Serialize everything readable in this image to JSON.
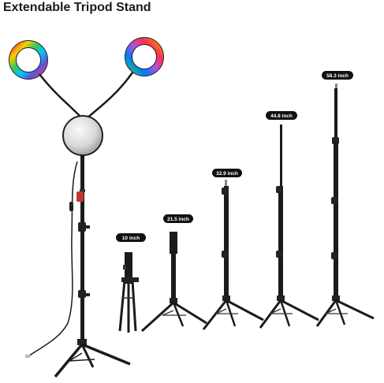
{
  "title": "Extendable Tripod Stand",
  "heights": [
    "10 inch",
    "21.5 inch",
    "32.9 inch",
    "44.8 inch",
    "58.3 inch"
  ],
  "colors": {
    "pole": "#1b1b1b",
    "badge_bg": "#111111",
    "badge_text": "#ffffff",
    "accent_clip": "#c0392b"
  }
}
